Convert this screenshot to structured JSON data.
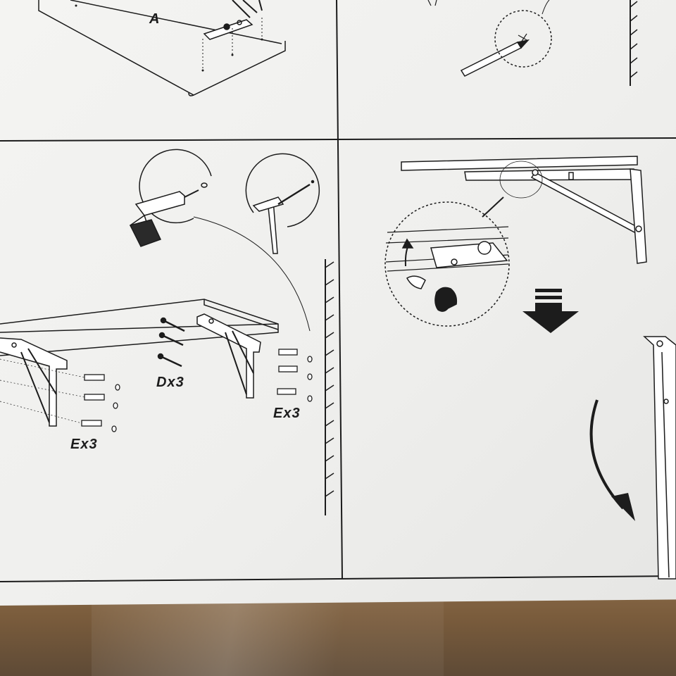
{
  "labels": {
    "part_a": "A",
    "screws_d": "Dx3",
    "anchors_e_left": "Ex3",
    "anchors_e_right": "Ex3"
  },
  "colors": {
    "paper": "#efefed",
    "ink": "#1c1c1c",
    "table": "#7a5c3c"
  },
  "icons": [
    "drill-icon",
    "hammer-icon",
    "pencil-icon",
    "down-arrow-icon",
    "curved-arrow-icon",
    "finger-icon",
    "wall-icon"
  ]
}
